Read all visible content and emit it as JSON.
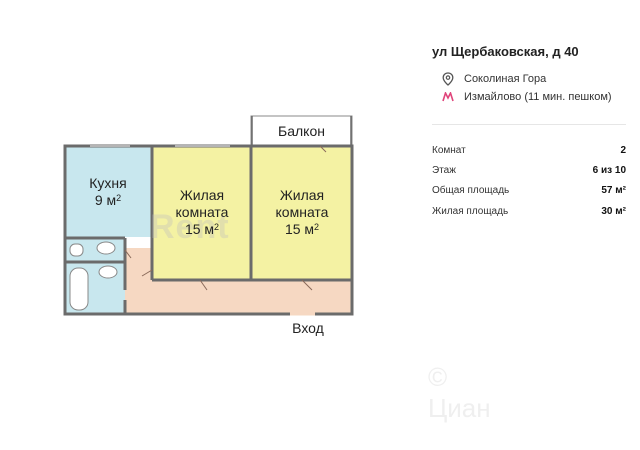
{
  "plan": {
    "rooms": {
      "kitchen": {
        "name": "Кухня",
        "area": "9 м",
        "sup": "2"
      },
      "room1": {
        "name_1": "Жилая",
        "name_2": "комната",
        "area": "15 м",
        "sup": "2"
      },
      "room2": {
        "name_1": "Жилая",
        "name_2": "комната",
        "area": "15 м",
        "sup": "2"
      }
    },
    "balcony": "Балкон",
    "entrance": "Вход",
    "watermark": "Rent",
    "watermark2": "© Циан",
    "colors": {
      "kitchen": "#c8e7ee",
      "living": "#f4f2a3",
      "hall": "#f6d8c2",
      "bath": "#c8e7ee",
      "wall": "#6b6b6b"
    }
  },
  "info": {
    "address": "ул Щербаковская, д 40",
    "district": "Соколиная Гора",
    "metro": "Измайлово (11 мин. пешком)",
    "metro_color": "#e0457b",
    "params": [
      {
        "label": "Комнат",
        "value": "2"
      },
      {
        "label": "Этаж",
        "value": "6 из 10"
      },
      {
        "label": "Общая площадь",
        "value": "57 м²"
      },
      {
        "label": "Жилая площадь",
        "value": "30 м²"
      }
    ]
  }
}
